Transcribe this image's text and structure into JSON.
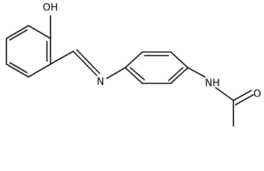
{
  "diagram": {
    "type": "chemical-structure",
    "atoms": {
      "hydroxyl": "OH",
      "imine_nitrogen": "N",
      "amide_nitrogen": "NH",
      "carbonyl_oxygen": "O"
    }
  }
}
